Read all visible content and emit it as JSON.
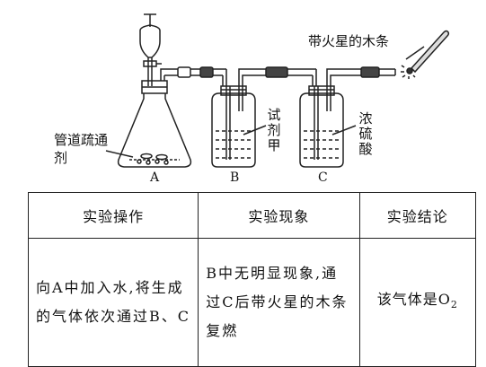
{
  "apparatus": {
    "label_stick": "带火星的木条",
    "label_pipe": "管道疏通剂",
    "label_reagent": "试剂甲",
    "label_acid": "浓硫酸",
    "letter_a": "A",
    "letter_b": "B",
    "letter_c": "C"
  },
  "table": {
    "headers": [
      "实验操作",
      "实验现象",
      "实验结论"
    ],
    "row": {
      "operation": "向A中加入水,将生成的气体依次通过B、C",
      "phenomenon": "B中无明显现象,通过C后带火星的木条复燃",
      "conclusion_prefix": "该气体是O",
      "conclusion_sub": "2"
    }
  }
}
